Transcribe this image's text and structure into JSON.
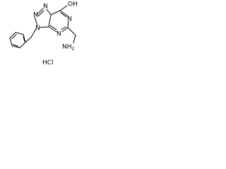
{
  "molecule": {
    "atoms": {
      "n_top": "N",
      "n_mid": "N",
      "n_ring": "N",
      "n_low": "N",
      "n_right": "N",
      "oh": "OH",
      "nh2": "NH",
      "nh2_sub": "2"
    },
    "salt": "HCl"
  },
  "colors": {
    "ink": "#000000",
    "background": "#ffffff"
  }
}
